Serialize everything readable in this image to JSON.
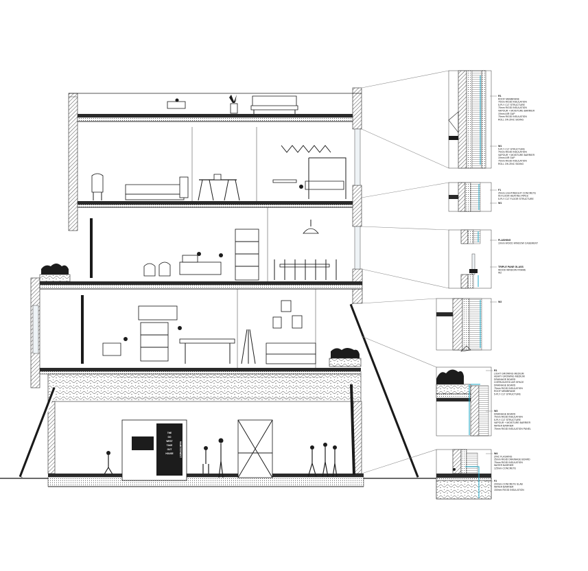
{
  "details": [
    {
      "id": "roof-wall",
      "notes": [
        [
          "R1",
          "ROOF MEMBRANE",
          "75mm RIGID INSULATION",
          "5-PLY CLT STRUCTURE",
          "75mm RIGID INSULATION",
          "VAPOUR + MOISTURE BARRIER",
          "19mm AIR GAP",
          "75mm RIGID INSULATION",
          "ROLL ON ZINC SIDING"
        ],
        [
          "W1",
          "5-PLY CLT STRUCTURE",
          "75mm RIGID INSULATION",
          "VAPOUR + MOISTURE BARRIER",
          "19mm AIR GAP",
          "75mm RIGID INSULATION",
          "ROLL ON ZINC SIDING"
        ]
      ]
    },
    {
      "id": "floor-slab",
      "notes": [
        [
          "F1",
          "25mm LIGHTWEIGHT CONCRETE",
          "IN-FLOOR HEATING PIPES",
          "5-PLY CLT FLOOR STRUCTURE"
        ],
        [
          "W1"
        ]
      ]
    },
    {
      "id": "window",
      "notes": [
        [
          "FLASHING",
          "19mm WOOD WINDOW CASEMENT"
        ],
        [
          "TRIPLE PANE GLASS",
          "WOOD WINDOW FRAME",
          "W2"
        ]
      ]
    },
    {
      "id": "terrace-wall",
      "notes": [
        [
          "W2"
        ]
      ]
    },
    {
      "id": "green-roof",
      "notes": [
        [
          "R1",
          "LIGHT GROWING MEDIUM",
          "HEAVY GROWING MEDIUM",
          "DRAINAGE BOARD",
          "CORRUGATED AIR SPACE",
          "DRAINAGE BOARD",
          "75mm RIGID INSULATION",
          "ROOF MEMBRANE",
          "5-PLY CLT STRUCTURE"
        ],
        [
          "W3",
          "DRAINAGE BOARD",
          "75mm RIGID INSULATION",
          "5-PLY CLT STRUCTURE",
          "VAPOUR + MOISTURE BARRIER",
          "WATER BARRIER",
          "75mm RIGID INSULATION PANEL"
        ]
      ]
    },
    {
      "id": "foundation",
      "notes": [
        [
          "W4",
          "ZINC FLASHING",
          "25mm RIGID DRAINAGE BOARD",
          "75mm RIGID INSULATION",
          "WATER BARRIER",
          "125mm CONCRETE"
        ],
        [
          "F2",
          "200mm CONCRETE SLAB",
          "WATER BARRIER",
          "150mm RIGID INSULATION"
        ]
      ]
    }
  ],
  "sign_text": [
    "THE",
    "GO",
    "WEST",
    "TAKE",
    "OUT",
    "HOUSE"
  ],
  "vertical_sign": "HAMSTERNEST",
  "colors": {
    "accent": "#18a9c9",
    "line": "#1a1a1a",
    "slab": "#2a2a2a",
    "paper": "#ffffff"
  }
}
